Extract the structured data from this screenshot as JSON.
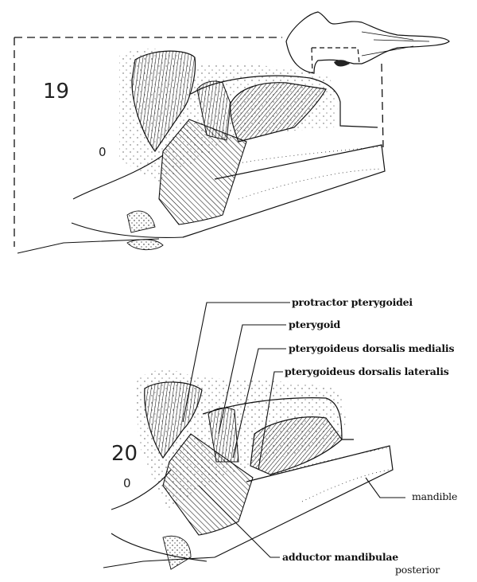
{
  "figure_19": {
    "number": "19",
    "eye_mark": "0",
    "inset": "skull-outline-with-dashed-region"
  },
  "figure_20": {
    "number": "20",
    "eye_mark": "0",
    "labels": [
      {
        "id": "protractor",
        "text": "protractor pterygoidei"
      },
      {
        "id": "pterygoid",
        "text": "pterygoid"
      },
      {
        "id": "pdm",
        "text": "pterygoideus dorsalis medialis"
      },
      {
        "id": "pdl",
        "text": "pterygoideus dorsalis lateralis"
      },
      {
        "id": "mandible",
        "text": "mandible"
      },
      {
        "id": "adductor",
        "text": "adductor mandibulae"
      }
    ],
    "orientation": "posterior"
  },
  "colors": {
    "ink": "#111111",
    "paper": "#ffffff"
  }
}
